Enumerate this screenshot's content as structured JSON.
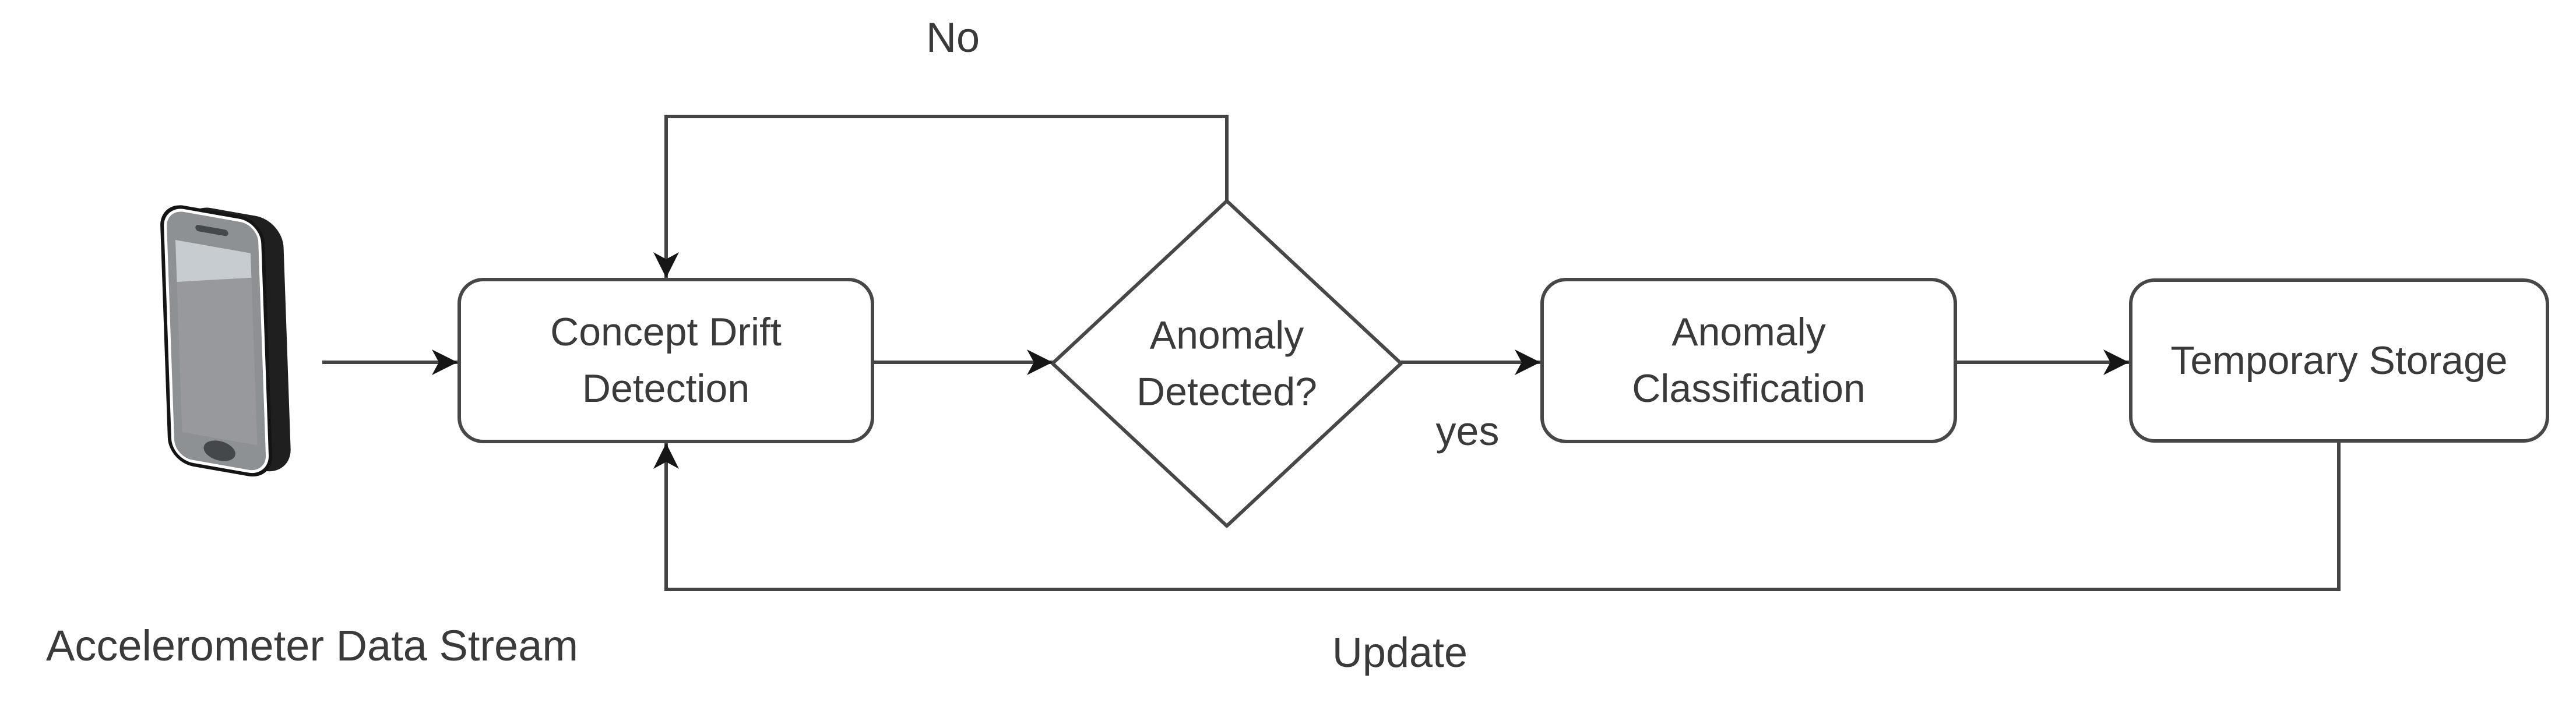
{
  "theme": {
    "background": "#ffffff",
    "node_border": "#474747",
    "connector": "#444444",
    "arrowhead": "#161616",
    "text": "#3a3a3a"
  },
  "nodes": {
    "source": {
      "label": "Accelerometer Data Stream",
      "icon": "smartphone-icon"
    },
    "concept_drift": {
      "line1": "Concept Drift",
      "line2": "Detection"
    },
    "decision": {
      "line1": "Anomaly",
      "line2": "Detected?"
    },
    "classification": {
      "line1": "Anomaly",
      "line2": "Classification"
    },
    "storage": {
      "label": "Temporary Storage"
    }
  },
  "edge_labels": {
    "no": "No",
    "yes": "yes",
    "update": "Update"
  }
}
